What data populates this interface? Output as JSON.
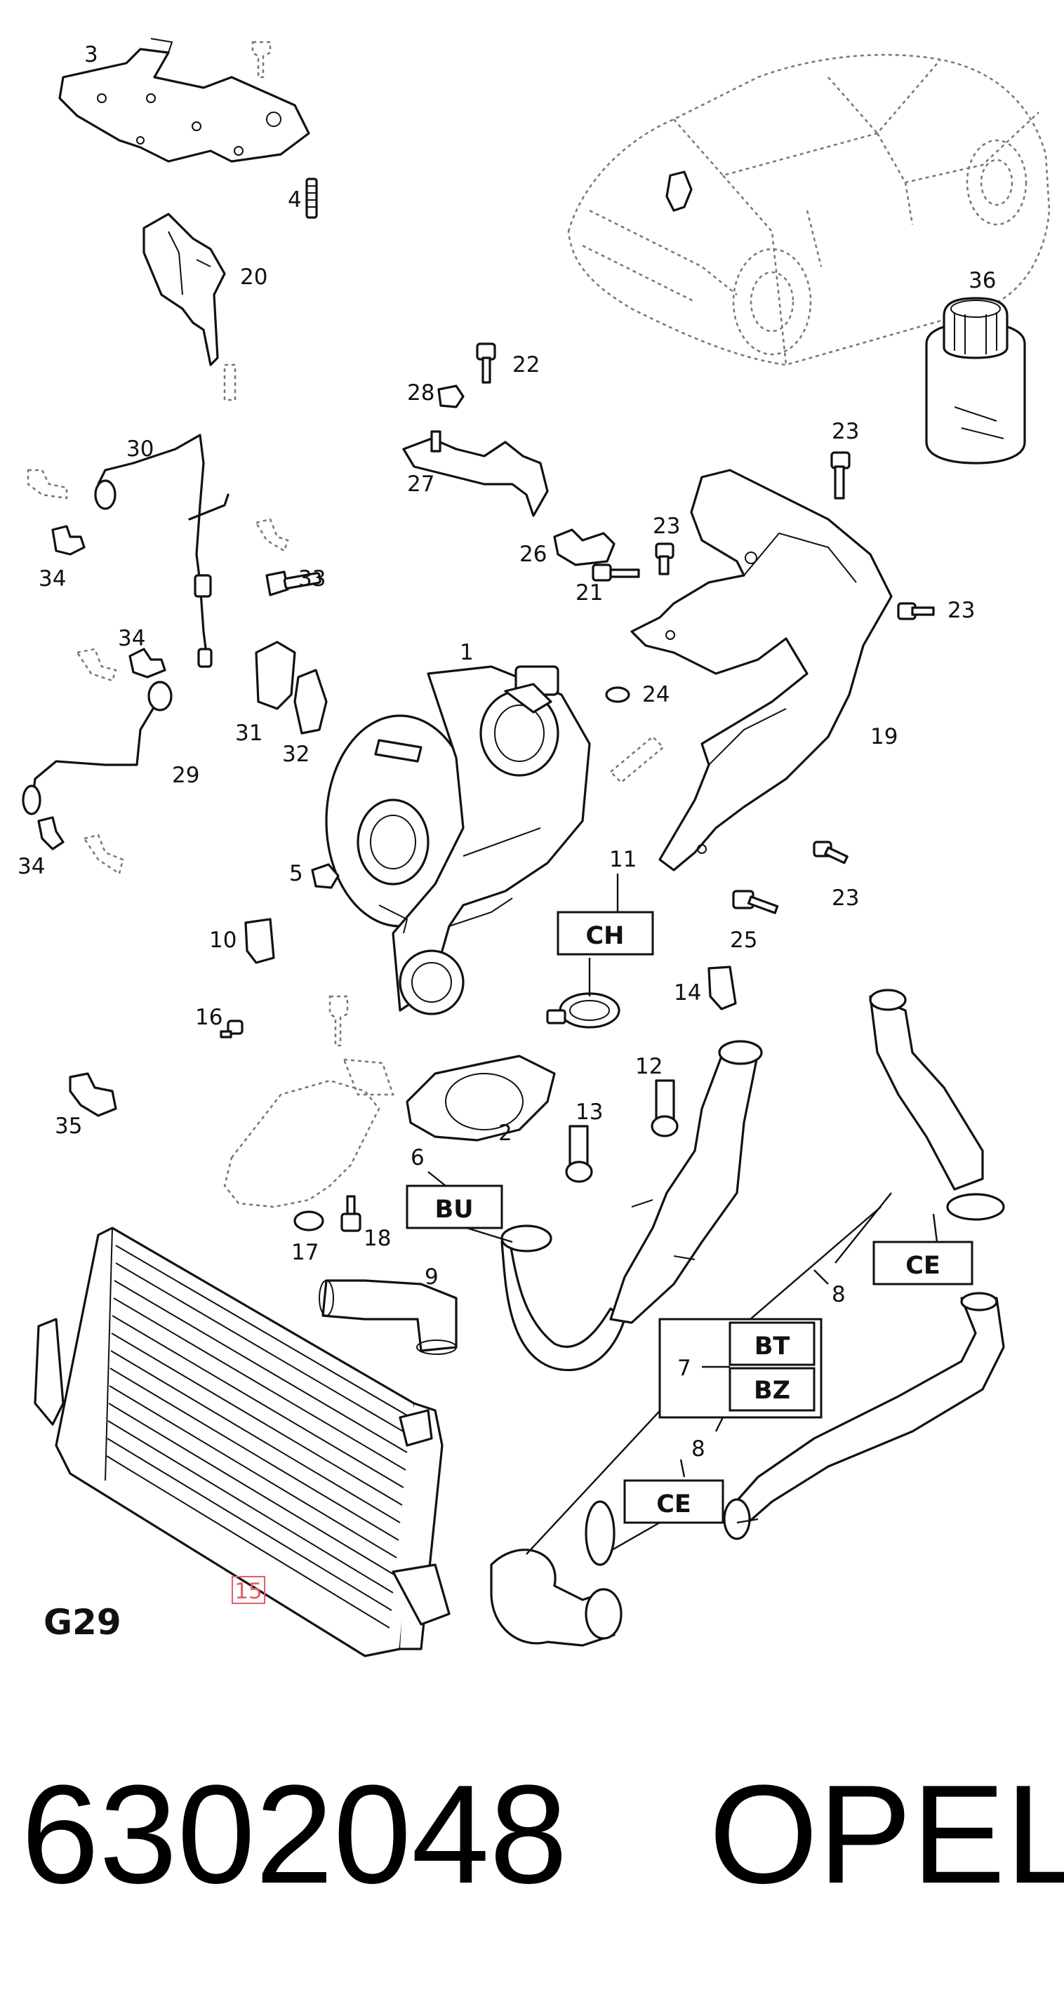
{
  "diagram_code": "G29",
  "part_number": "6302048",
  "brand": "OPEL",
  "highlighted_callout": "15",
  "callouts": {
    "c1": "1",
    "c2": "2",
    "c3": "3",
    "c4": "4",
    "c5": "5",
    "c6": "6",
    "c7": "7",
    "c8a": "8",
    "c8b": "8",
    "c9": "9",
    "c10": "10",
    "c11": "11",
    "c12": "12",
    "c13": "13",
    "c14": "14",
    "c16": "16",
    "c17": "17",
    "c18": "18",
    "c19": "19",
    "c20": "20",
    "c21": "21",
    "c22": "22",
    "c23a": "23",
    "c23b": "23",
    "c23c": "23",
    "c23d": "23",
    "c24": "24",
    "c25": "25",
    "c26": "26",
    "c27": "27",
    "c28": "28",
    "c29": "29",
    "c30": "30",
    "c31": "31",
    "c32": "32",
    "c33": "33",
    "c34a": "34",
    "c34b": "34",
    "c34c": "34",
    "c35": "35",
    "c36": "36"
  },
  "boxed_codes": {
    "ch": "CH",
    "bu": "BU",
    "ce_top": "CE",
    "ce_bottom": "CE",
    "bt": "BT",
    "bz": "BZ"
  },
  "colors": {
    "line": "#111111",
    "ghost_line": "#777777",
    "highlight": "#e0606a"
  }
}
